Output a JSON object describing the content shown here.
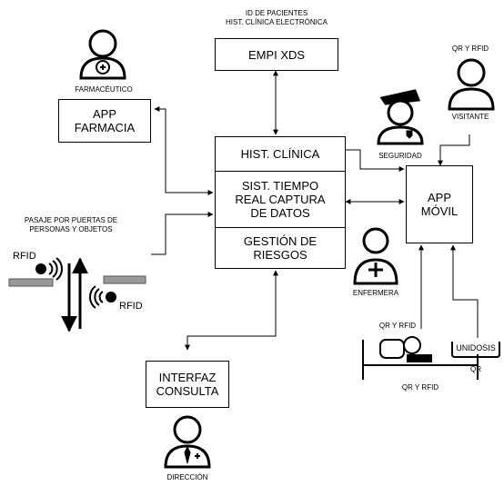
{
  "top": {
    "caption_line1": "ID DE PACIENTES",
    "caption_line2": "HIST. CLÍNICA ELECTRÓNICA",
    "box": "EMPI XDS"
  },
  "pharmacy": {
    "role": "FARMACÉUTICO",
    "box_line1": "APP",
    "box_line2": "FARMACIA"
  },
  "central": {
    "hist": "HIST. CLÍNICA",
    "sist_line1": "SIST. TIEMPO",
    "sist_line2": "REAL CAPTURA",
    "sist_line3": "DE DATOS",
    "gest_line1": "GESTIÓN DE",
    "gest_line2": "RIESGOS"
  },
  "security": {
    "role": "SEGURIDAD"
  },
  "visitor": {
    "top": "QR Y RFID",
    "role": "VISITANTE"
  },
  "mobile": {
    "line1": "APP",
    "line2": "MÓVIL"
  },
  "doors": {
    "caption_line1": "PASAJE POR PUERTAS DE",
    "caption_line2": "PERSONAS Y OBJETOS",
    "rfid_left": "RFID",
    "rfid_right": "RFID"
  },
  "nurse": {
    "role": "ENFERMERA"
  },
  "bed": {
    "top": "QR Y RFID",
    "bottom": "QR Y RFID"
  },
  "unidosis": {
    "label": "UNIDOSIS",
    "bottom": "QR"
  },
  "query": {
    "line1": "INTERFAZ",
    "line2": "CONSULTA"
  },
  "director": {
    "role": "DIRECCIÓN"
  }
}
